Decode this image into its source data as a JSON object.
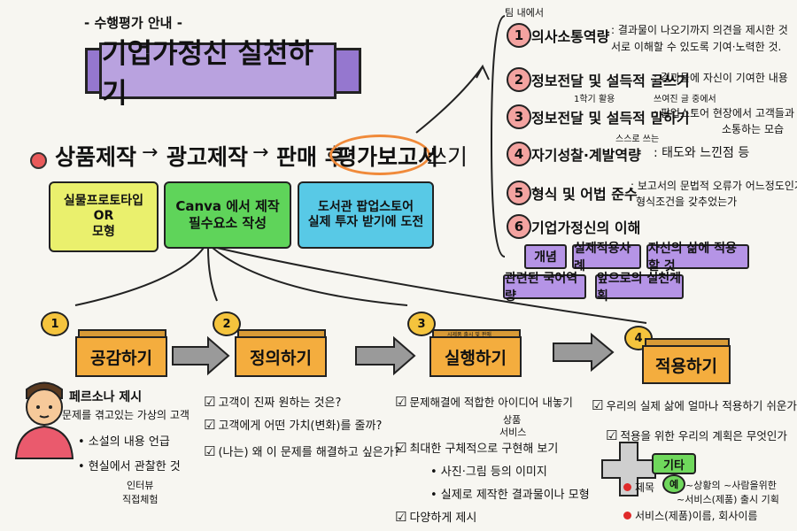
{
  "header": {
    "top_label": "- 수행평가 안내 -",
    "title": "기업가정신 실천하기"
  },
  "flow": {
    "step1": "상품제작",
    "step2": "광고제작",
    "step3": "판매 후",
    "step4": "평가보고서",
    "step4_tail": "쓰기"
  },
  "bubbles": {
    "yellow_line1": "실물프로토타입",
    "yellow_line2": "OR",
    "yellow_line3": "모형",
    "green_line1": "Canva 에서 제작",
    "green_line2": "필수요소 작성",
    "blue_line1": "도서관 팝업스토어",
    "blue_line2": "실제 투자 받기에 도전"
  },
  "criteria": [
    {
      "no": "1",
      "title": "의사소통역량",
      "desc1": ": 결과물이 나오기까지 의견을 제시한 것",
      "desc2": "서로 이해할 수 있도록 기여·노력한 것.",
      "note": "팀 내에서"
    },
    {
      "no": "2",
      "title": "정보전달 및 설득적 글쓰기",
      "desc1": ": 결과물에 자신이 기여한 내용",
      "desc2": "",
      "note": ""
    },
    {
      "no": "3",
      "title": "정보전달 및 설득적 말하기",
      "desc1": ": 팝업스토어 현장에서 고객들과",
      "desc2": "소통하는 모습",
      "note": "쓰여진 글 중에서",
      "note2": "1학기 활용"
    },
    {
      "no": "4",
      "title": "자기성찰·계발역량",
      "desc1": ": 태도와 느낀점 등",
      "desc2": "",
      "note": "스스로 쓰는"
    },
    {
      "no": "5",
      "title": "형식 및 어법 준수",
      "desc1": ": 보고서의 문법적 오류가 어느정도인가",
      "desc2": "형식조건을 갖추었는가",
      "note": ""
    },
    {
      "no": "6",
      "title": "기업가정신의 이해",
      "desc1": "",
      "desc2": "",
      "note": ""
    }
  ],
  "tags": [
    "개념",
    "실제적용사례",
    "자신의 삶에 적용할 것",
    "관련된 국어역량",
    "앞으로의 실천계획"
  ],
  "stages": [
    {
      "no": "1",
      "label": "공감하기"
    },
    {
      "no": "2",
      "label": "정의하기"
    },
    {
      "no": "3",
      "label": "실행하기",
      "box_caption": "시제품 출시 및 판매"
    },
    {
      "no": "4",
      "label": "적용하기"
    }
  ],
  "empathize": {
    "line1": "페르소나 제시",
    "line2": "문제를 겪고있는 가상의 고객",
    "bullet1": "• 소설의 내용 언급",
    "bullet2": "• 현실에서 관찰한 것",
    "aside1": "인터뷰",
    "aside2": "직접체험"
  },
  "define": {
    "item1": "고객이 진짜 원하는 것은?",
    "item2": "고객에게 어떤 가치(변화)를 줄까?",
    "item3": "(나는) 왜 이 문제를 해결하고 싶은가?"
  },
  "execute": {
    "item1": "문제해결에 적합한 아이디어 내놓기",
    "aside1": "상품",
    "aside2": "서비스",
    "item2": "최대한 구체적으로 구현해 보기",
    "bullet1": "• 사진·그림 등의 이미지",
    "bullet2": "• 실제로 제작한 결과물이나 모형",
    "item3": "다양하게 제시"
  },
  "apply": {
    "item1": "우리의 실제 삶에 얼마나 적용하기 쉬운가",
    "item2": "적용을 위한 우리의 계획은 무엇인가"
  },
  "misc": {
    "tag": "기타",
    "title_label": "제목",
    "example": "예",
    "example_text": "~상황의  ~사람을위한",
    "example_text2": "~서비스(제품) 출시 기획",
    "name_label": "서비스(제품)이름, 회사이름"
  },
  "colors": {
    "banner": "#b9a2df",
    "yellow": "#eaf06d",
    "green": "#5fd45a",
    "blue": "#58c9e6",
    "box": "#f4ad3e",
    "tag": "#b594e6",
    "accent_circle": "#f08a3a"
  }
}
